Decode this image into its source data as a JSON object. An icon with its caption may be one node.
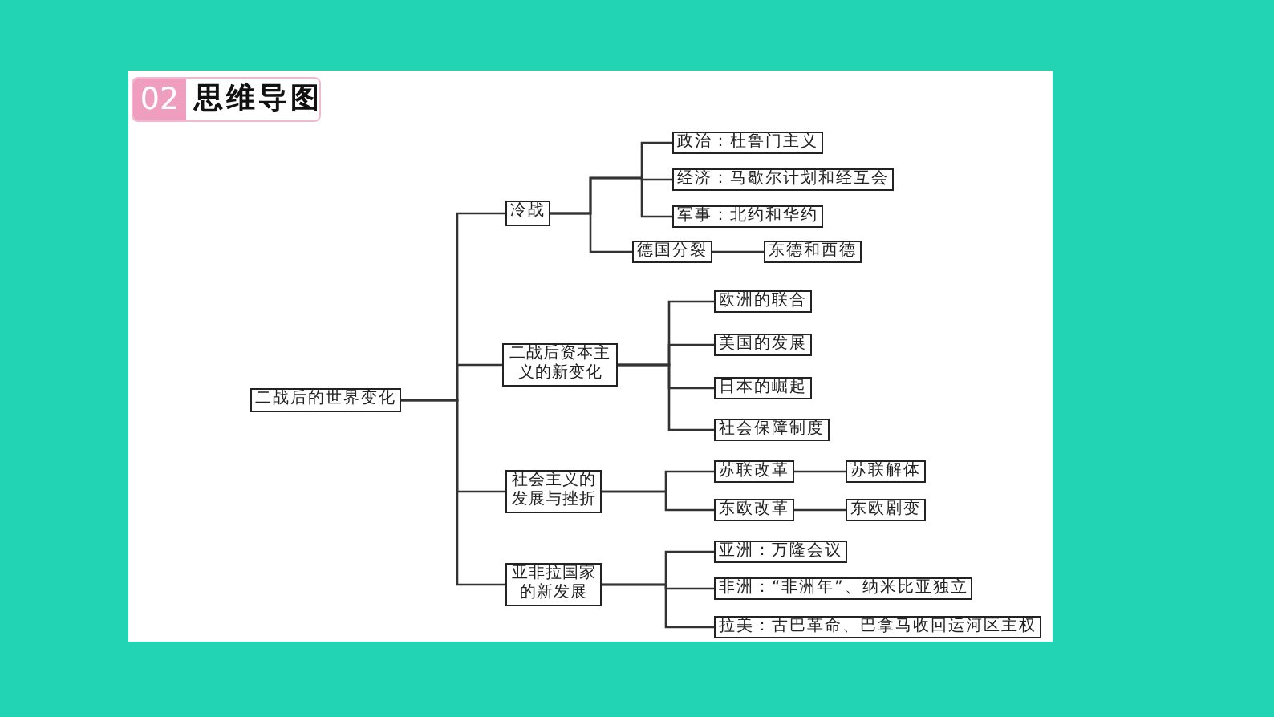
{
  "diagram": {
    "title": "思维导图",
    "nodes": [
      {
        "text": [
          "二战后的世界变化"
        ]
      },
      {
        "text": [
          "冷战"
        ]
      },
      {
        "text": [
          "政治：杜鲁门主义"
        ]
      },
      {
        "text": [
          "经济：马歇尔计划和经互会"
        ]
      },
      {
        "text": [
          "军事：北约和华约"
        ]
      },
      {
        "text": [
          "德国分裂"
        ]
      },
      {
        "text": [
          "东德和西德"
        ]
      },
      {
        "text": [
          "二战后资本主义的新变化"
        ]
      },
      {
        "text": [
          "欧洲的联合"
        ]
      },
      {
        "text": [
          "美国的发展"
        ]
      },
      {
        "text": [
          "日本的崛起"
        ]
      },
      {
        "text": [
          "社会保障制度"
        ]
      },
      {
        "text": [
          "社会主义的发展与挫折"
        ]
      },
      {
        "text": [
          "苏联改革"
        ]
      },
      {
        "text": [
          "苏联解体"
        ]
      },
      {
        "text": [
          "东欧改革"
        ]
      },
      {
        "text": [
          "东欧剧变"
        ]
      },
      {
        "text": [
          "亚非拉国家的新发展"
        ]
      },
      {
        "text": [
          "亚洲：万隆会议"
        ]
      },
      {
        "text": [
          "非洲：“非洲年”、纳米比亚独立"
        ]
      },
      {
        "text": [
          "拉美：古巴革命、巴拿马收回运河区主权"
        ]
      }
    ],
    "edges": [
      {
        "from": 0,
        "to": 1,
        "arrow": "none"
      },
      {
        "from": 0,
        "to": 7,
        "arrow": "none"
      },
      {
        "from": 0,
        "to": 12,
        "arrow": "none"
      },
      {
        "from": 0,
        "to": 17,
        "arrow": "none"
      },
      {
        "from": 1,
        "to": 2,
        "arrow": "none"
      },
      {
        "from": 1,
        "to": 3,
        "arrow": "none"
      },
      {
        "from": 1,
        "to": 4,
        "arrow": "none"
      },
      {
        "from": 1,
        "to": 5,
        "arrow": "none"
      },
      {
        "from": 5,
        "to": 6,
        "arrow": "none"
      },
      {
        "from": 7,
        "to": 8,
        "arrow": "none"
      },
      {
        "from": 7,
        "to": 9,
        "arrow": "none"
      },
      {
        "from": 7,
        "to": 10,
        "arrow": "none"
      },
      {
        "from": 7,
        "to": 11,
        "arrow": "none"
      },
      {
        "from": 12,
        "to": 13,
        "arrow": "none"
      },
      {
        "from": 12,
        "to": 15,
        "arrow": "none"
      },
      {
        "from": 13,
        "to": 14,
        "arrow": "none"
      },
      {
        "from": 15,
        "to": 16,
        "arrow": "none"
      },
      {
        "from": 17,
        "to": 18,
        "arrow": "none"
      },
      {
        "from": 17,
        "to": 19,
        "arrow": "none"
      },
      {
        "from": 17,
        "to": 20,
        "arrow": "none"
      }
    ],
    "labels": [
      "02"
    ]
  }
}
